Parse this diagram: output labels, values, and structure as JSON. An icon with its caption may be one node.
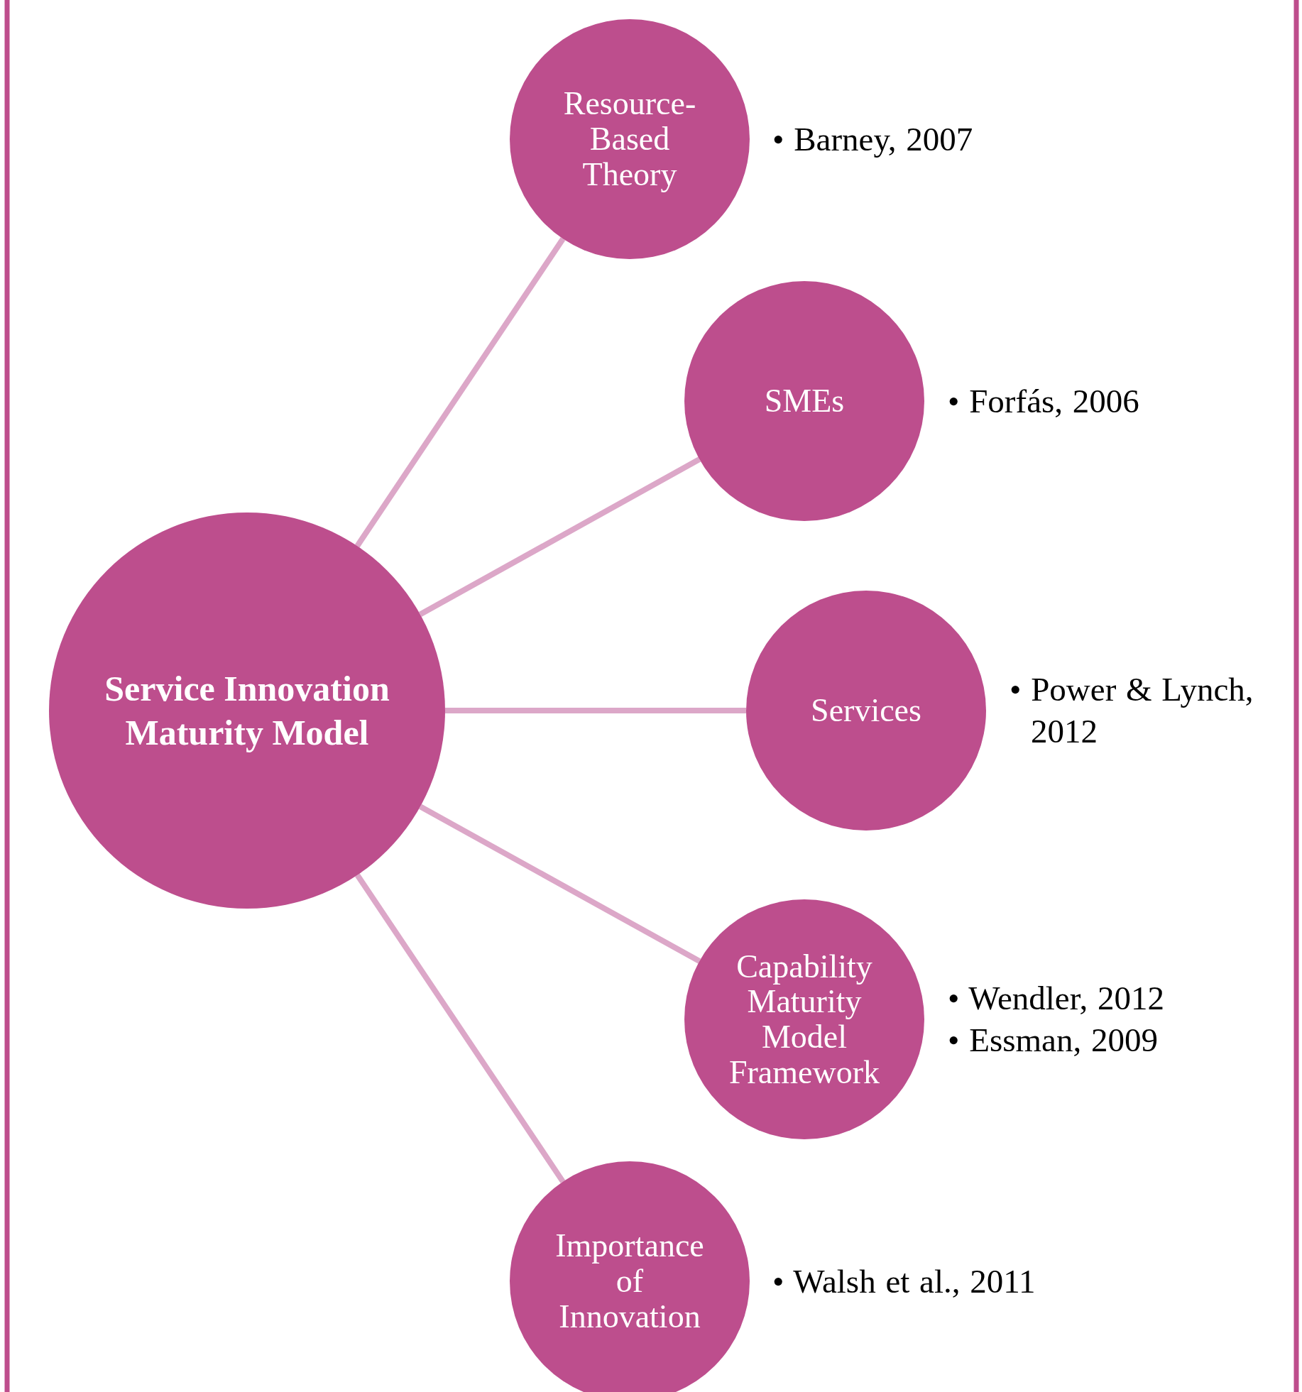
{
  "diagram": {
    "nodes": [
      {
        "text": [
          "Service Innovation Maturity Model"
        ]
      },
      {
        "text": [
          "Resource-Based Theory"
        ],
        "beside": [
          "• Barney, 2007"
        ]
      },
      {
        "text": [
          "SMEs"
        ],
        "beside": [
          "• Forfás, 2006"
        ]
      },
      {
        "text": [
          "Services"
        ],
        "beside": [
          "• Power & Lynch, 2012"
        ]
      },
      {
        "text": [
          "Capability Maturity Model Framework"
        ],
        "beside": [
          "• Wendler, 2012",
          "• Essman, 2009"
        ]
      },
      {
        "text": [
          "Importance of Innovation"
        ],
        "beside": [
          "• Walsh et al., 2011"
        ]
      }
    ],
    "edges": [
      {
        "from": 0,
        "to": 1,
        "arrow": "none"
      },
      {
        "from": 0,
        "to": 2,
        "arrow": "none"
      },
      {
        "from": 0,
        "to": 3,
        "arrow": "none"
      },
      {
        "from": 0,
        "to": 4,
        "arrow": "none"
      },
      {
        "from": 0,
        "to": 5,
        "arrow": "none"
      }
    ]
  }
}
